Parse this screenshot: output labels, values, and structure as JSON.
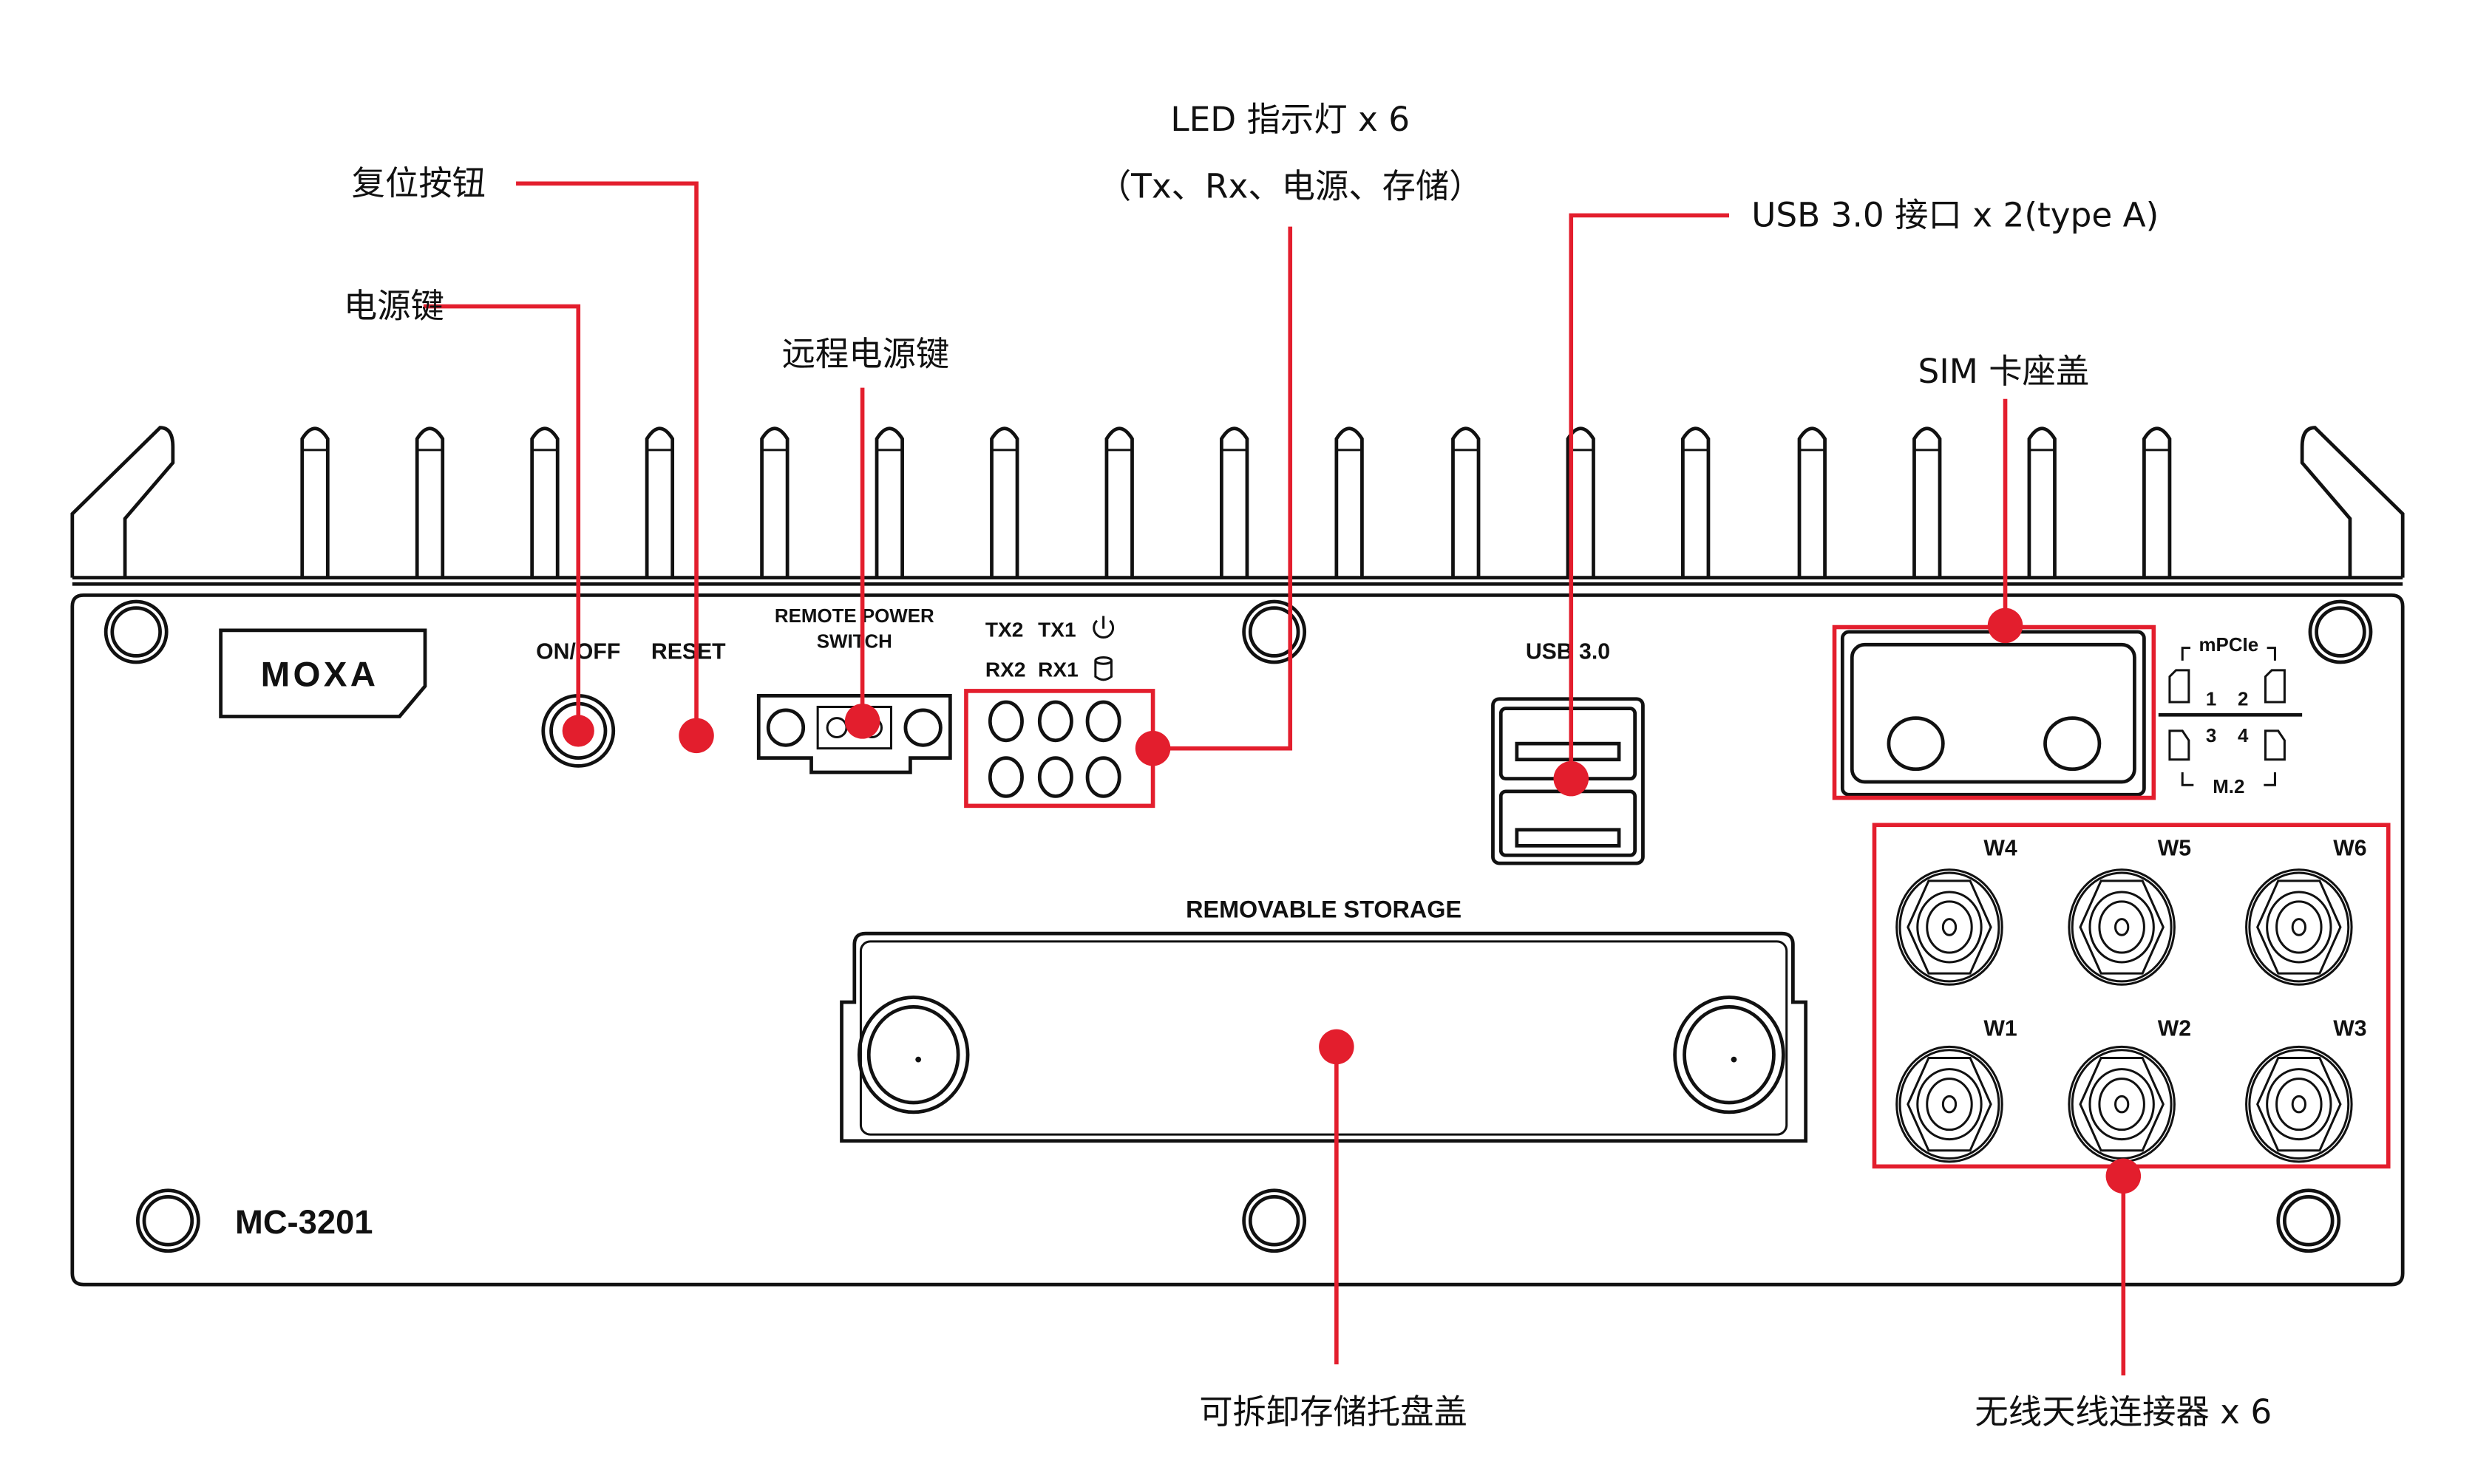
{
  "colors": {
    "callout": "#e31e2d",
    "line": "#111111",
    "background": "#ffffff"
  },
  "callouts": {
    "power_key": "电源键",
    "reset_button": "复位按钮",
    "remote_power_key": "远程电源键",
    "led_title": "LED 指示灯 x 6",
    "led_subtitle": "（Tx、Rx、电源、存储）",
    "usb": "USB 3.0 接口 x 2(type A)",
    "sim_cover": "SIM 卡座盖",
    "storage_tray": "可拆卸存储托盘盖",
    "antenna": "无线天线连接器 x 6"
  },
  "device": {
    "brand": "MOXA",
    "model": "MC-3201",
    "on_off": "ON/OFF",
    "reset": "RESET",
    "remote_power_line1": "REMOTE POWER",
    "remote_power_line2": "SWITCH",
    "led_labels": {
      "tx2": "TX2",
      "tx1": "TX1",
      "rx2": "RX2",
      "rx1": "RX1"
    },
    "led_icons": [
      "power-icon",
      "storage-icon"
    ],
    "usb_label": "USB 3.0",
    "removable_storage": "REMOVABLE STORAGE",
    "sim_panel": {
      "top": "mPCIe",
      "bottom": "M.2",
      "n1": "1",
      "n2": "2",
      "n3": "3",
      "n4": "4"
    },
    "antennas": [
      "W4",
      "W5",
      "W6",
      "W1",
      "W2",
      "W3"
    ]
  }
}
